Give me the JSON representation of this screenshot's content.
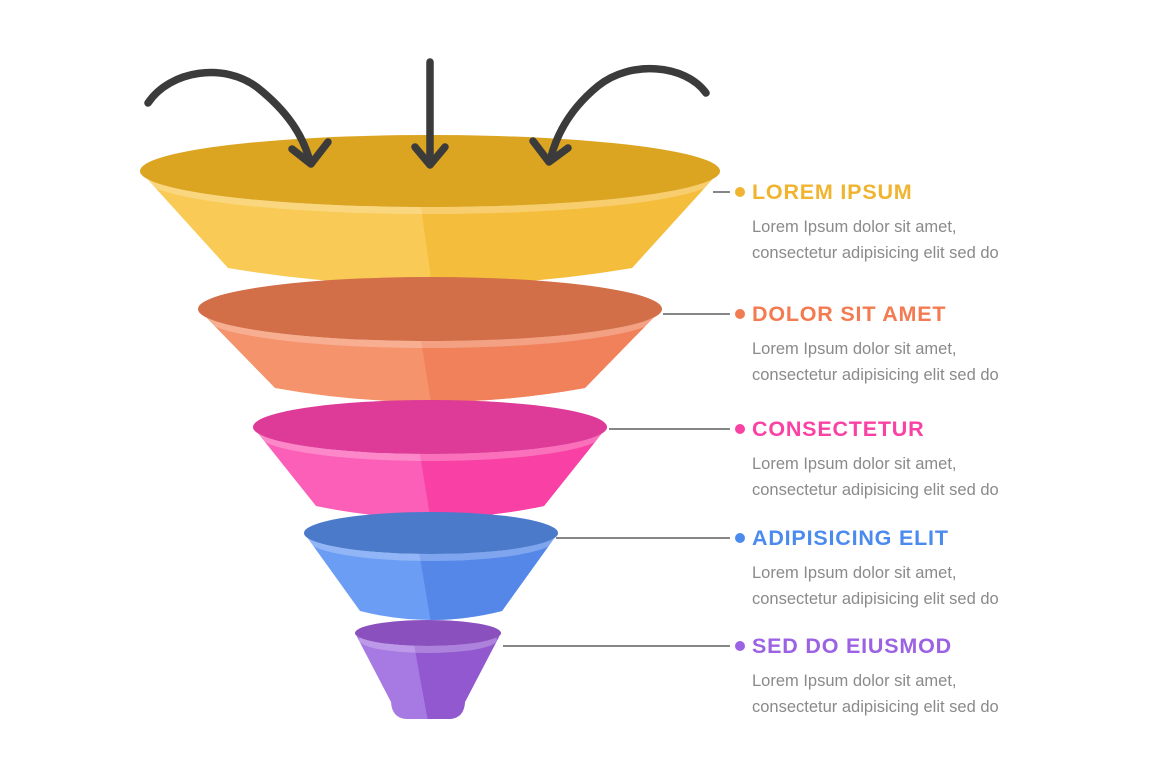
{
  "page": {
    "background": "#FFFFFF"
  },
  "funnel": {
    "stages": [
      {
        "label": "LOREM IPSUM",
        "desc_line1": "Lorem Ipsum dolor sit amet,",
        "desc_line2": "consectetur adipisicing elit sed do",
        "colors": {
          "heading": "#F0B430",
          "top": "#DBA522",
          "left": "#F9CA55",
          "right": "#F5BD3C"
        }
      },
      {
        "label": "DOLOR SIT AMET",
        "desc_line1": "Lorem Ipsum dolor sit amet,",
        "desc_line2": "consectetur adipisicing elit sed do",
        "colors": {
          "heading": "#F37B52",
          "top": "#D26E48",
          "left": "#F5936C",
          "right": "#F0815A"
        }
      },
      {
        "label": "CONSECTETUR",
        "desc_line1": "Lorem Ipsum dolor sit amet,",
        "desc_line2": "consectetur adipisicing elit sed do",
        "colors": {
          "heading": "#FA41A4",
          "top": "#DD3B97",
          "left": "#FB5FB7",
          "right": "#F940A5"
        }
      },
      {
        "label": "ADIPISICING ELIT",
        "desc_line1": "Lorem Ipsum dolor sit amet,",
        "desc_line2": "consectetur adipisicing elit sed do",
        "colors": {
          "heading": "#4C8BEE",
          "top": "#4B7ACB",
          "left": "#6C9DF4",
          "right": "#5587E9"
        }
      },
      {
        "label": "SED DO EIUSMOD",
        "desc_line1": "Lorem Ipsum dolor sit amet,",
        "desc_line2": "consectetur adipisicing elit sed do",
        "colors": {
          "heading": "#9B63E3",
          "top": "#8A50BE",
          "left": "#A779E2",
          "right": "#9258D0"
        }
      }
    ]
  },
  "arrows": {
    "color": "#3B3B3B",
    "count": 3
  },
  "connector": {
    "line_color": "#5E5E5E"
  },
  "description_color": "#8A8A8A"
}
